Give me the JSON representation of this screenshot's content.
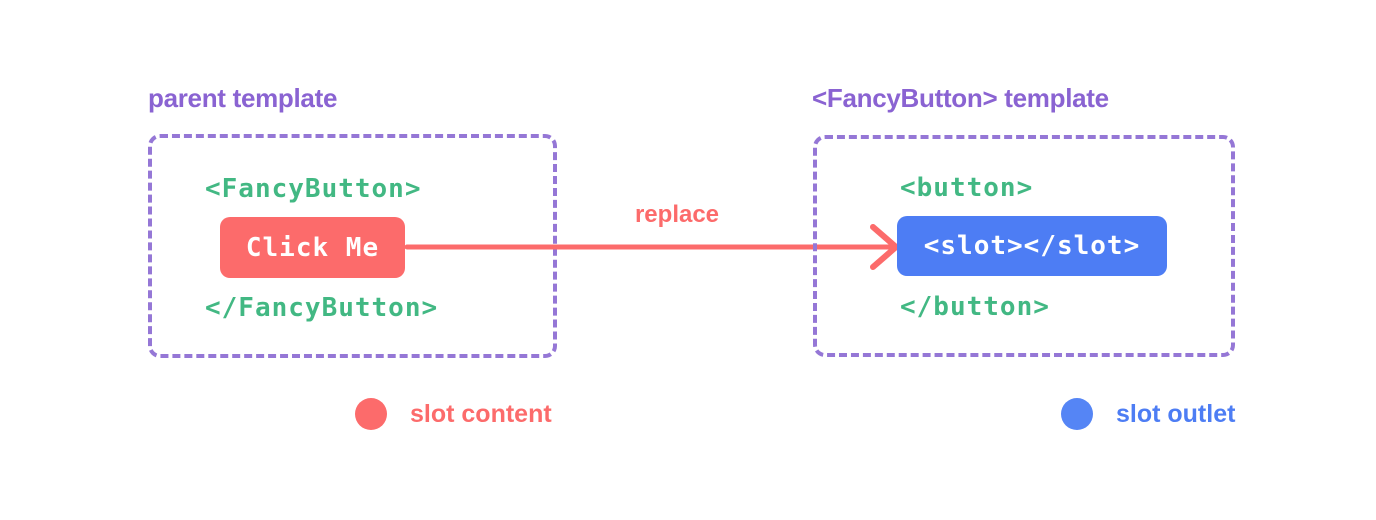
{
  "colors": {
    "bg": "#ffffff",
    "purple": "#8a63d2",
    "purple-border": "#9577d6",
    "green": "#42b883",
    "red": "#fc6b6b",
    "blue": "#4d7df4",
    "blue-light": "#5585f5"
  },
  "parent_panel": {
    "title": "parent template",
    "code_open": "<FancyButton>",
    "button_label": "Click Me",
    "code_close": "</FancyButton>"
  },
  "arrow": {
    "label": "replace"
  },
  "fancy_button_panel": {
    "title": "<FancyButton> template",
    "code_open": "<button>",
    "slot_label": "<slot></slot>",
    "code_close": "</button>"
  },
  "legend": {
    "slot_content": {
      "label": "slot content"
    },
    "slot_outlet": {
      "label": "slot outlet"
    }
  }
}
